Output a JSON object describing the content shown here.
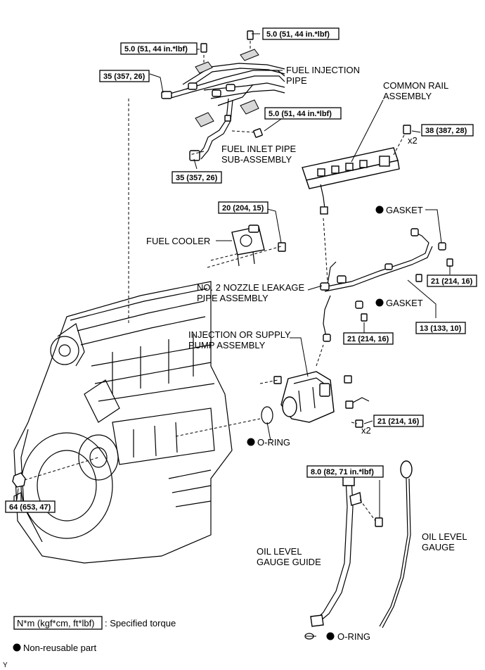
{
  "labels": {
    "fuel_injection_pipe_1": "FUEL INJECTION",
    "fuel_injection_pipe_2": "PIPE",
    "common_rail_1": "COMMON RAIL",
    "common_rail_2": "ASSEMBLY",
    "fuel_inlet_pipe_1": "FUEL INLET PIPE",
    "fuel_inlet_pipe_2": "SUB-ASSEMBLY",
    "gasket_top": "GASKET",
    "fuel_cooler": "FUEL COOLER",
    "leakage_pipe_1": "NO. 2 NOZZLE LEAKAGE",
    "leakage_pipe_2": "PIPE ASSEMBLY",
    "gasket_mid": "GASKET",
    "supply_pump_1": "INJECTION OR SUPPLY",
    "supply_pump_2": "PUMP ASSEMBLY",
    "o_ring_pump": "O-RING",
    "oil_level_guide_1": "OIL LEVEL",
    "oil_level_guide_2": "GAUGE GUIDE",
    "oil_level_gauge_1": "OIL LEVEL",
    "oil_level_gauge_2": "GAUGE",
    "o_ring_bottom": "O-RING"
  },
  "torques": {
    "t_clamp_top": "5.0 (51, 44 in.*lbf)",
    "t_clamp_left": "5.0 (51, 44 in.*lbf)",
    "t_inj_nut": "35 (357, 26)",
    "t_clamp_mid": "5.0 (51, 44 in.*lbf)",
    "t_rail_bolt": "38 (387, 28)",
    "t_inlet_nut": "35 (357, 26)",
    "t_cooler": "20 (204, 15)",
    "t_leak_right": "21 (214, 16)",
    "t_leak_far": "13 (133, 10)",
    "t_leak_mid": "21 (214, 16)",
    "t_pump": "21 (214, 16)",
    "t_guide": "8.0 (82, 71 in.*lbf)",
    "t_gear": "64 (653, 47)"
  },
  "multipliers": {
    "rail": "x2",
    "pump": "x2"
  },
  "legend": {
    "torque_unit": "N*m (kgf*cm, ft*lbf)",
    "torque_desc": ": Specified torque",
    "nonreusable": "Non-reusable part"
  },
  "corner_mark": "Y"
}
